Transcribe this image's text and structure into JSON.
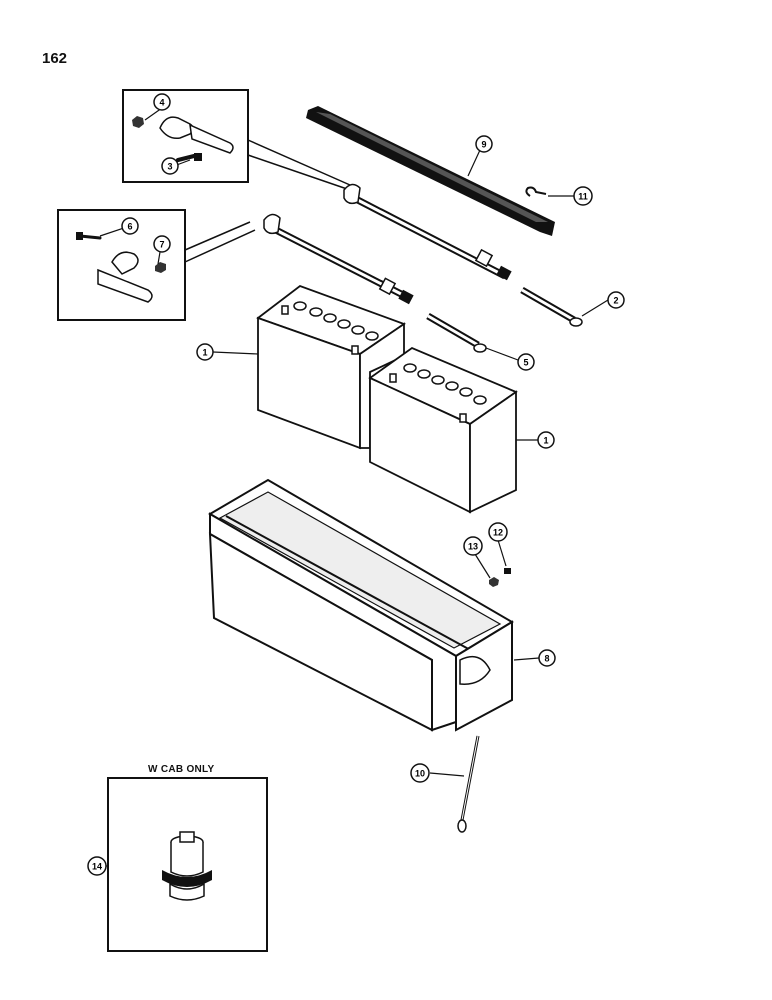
{
  "page": {
    "number": "162"
  },
  "inset_cab": {
    "caption": "W CAB ONLY"
  },
  "callouts": [
    "1",
    "1",
    "2",
    "3",
    "4",
    "5",
    "6",
    "7",
    "8",
    "9",
    "10",
    "11",
    "12",
    "13",
    "14"
  ],
  "colors": {
    "ink": "#111111",
    "paper": "#ffffff"
  }
}
